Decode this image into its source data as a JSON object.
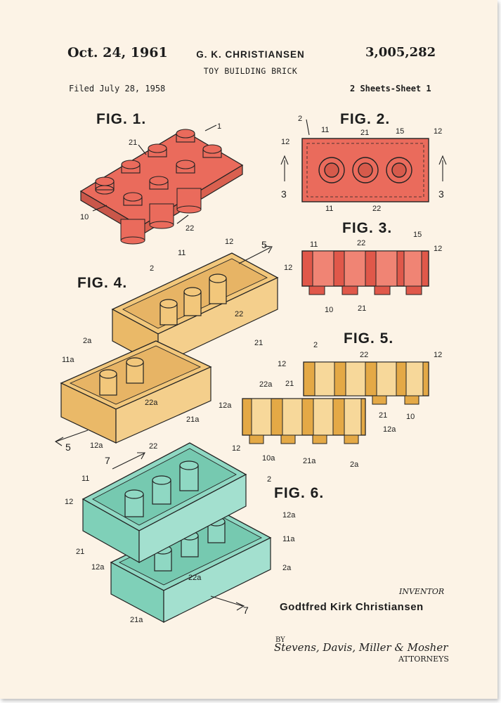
{
  "header": {
    "date": "Oct. 24, 1961",
    "inventor_heading": "G. K. CHRISTIANSEN",
    "patent_number": "3,005,282",
    "title": "TOY BUILDING BRICK",
    "filed": "Filed July 28, 1958",
    "sheets": "2 Sheets-Sheet 1"
  },
  "figures": {
    "fig1": "FIG. 1.",
    "fig2": "FIG. 2.",
    "fig3": "FIG. 3.",
    "fig4": "FIG. 4.",
    "fig5": "FIG. 5.",
    "fig6": "FIG. 6."
  },
  "labels": {
    "fig1": [
      "1",
      "21",
      "10",
      "22"
    ],
    "fig2": [
      "2",
      "11",
      "21",
      "15",
      "12",
      "12",
      "3",
      "3",
      "11",
      "22"
    ],
    "fig3": [
      "11",
      "22",
      "15",
      "12",
      "12",
      "10",
      "21"
    ],
    "fig4": [
      "11",
      "12",
      "5",
      "2",
      "22",
      "21",
      "2a",
      "11a",
      "22a",
      "21a",
      "5",
      "12a"
    ],
    "fig5": [
      "2",
      "22",
      "12",
      "12",
      "21",
      "22a",
      "12a",
      "21",
      "12a",
      "10",
      "10a",
      "21a",
      "2a"
    ],
    "fig6": [
      "22",
      "12",
      "7",
      "11",
      "2",
      "12",
      "12a",
      "11a",
      "21",
      "12a",
      "22a",
      "2a",
      "21a",
      "7"
    ]
  },
  "signature": {
    "inventor_label": "INVENTOR",
    "inventor_name": "Godtfred Kirk Christiansen",
    "by": "BY",
    "attorneys": "Stevens, Davis, Miller & Mosher",
    "attorneys_label": "ATTORNEYS"
  },
  "colors": {
    "paper": "#fcf3e6",
    "red_brick": "#ea6b5c",
    "yellow_brick": "#f2c77b",
    "teal_brick": "#8fd8c3",
    "ink": "#1d1d1d"
  }
}
